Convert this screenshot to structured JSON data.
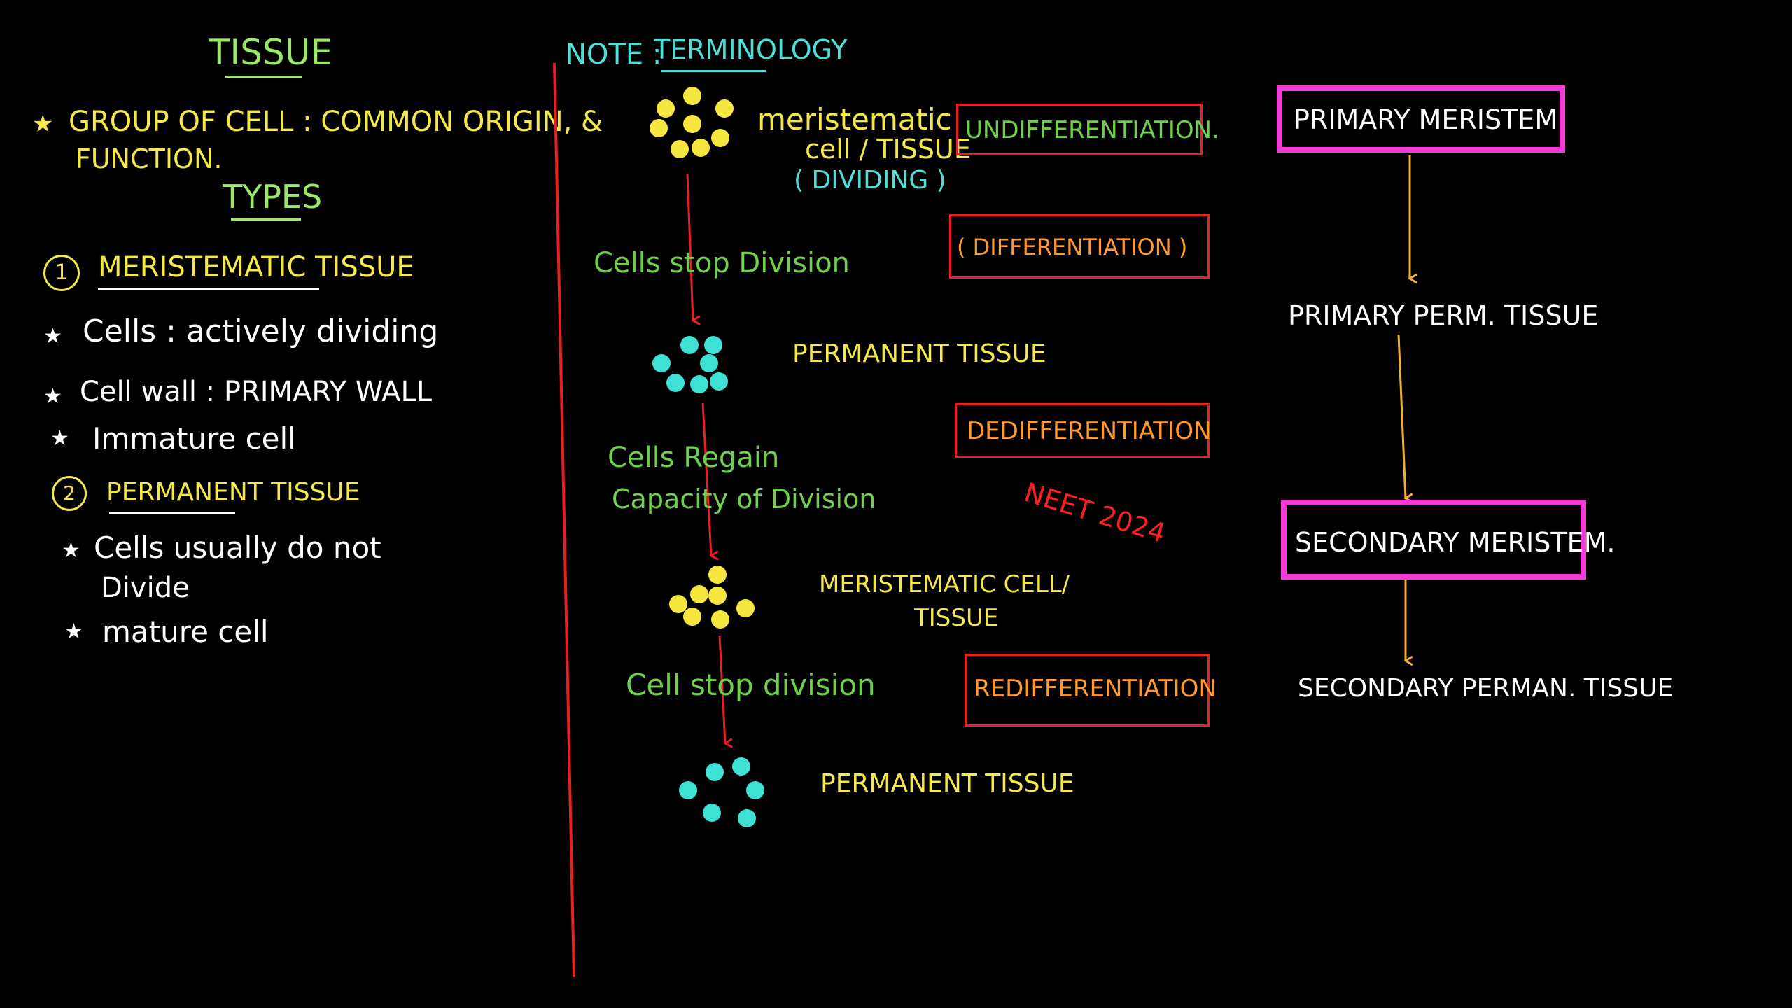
{
  "left": {
    "title": "TISSUE",
    "definition_line1": "GROUP OF CELL : COMMON ORIGIN, &",
    "definition_line2": "FUNCTION.",
    "types_heading": "TYPES",
    "type1": {
      "number": "1",
      "label": "MERISTEMATIC TISSUE",
      "points": [
        "Cells : actively dividing",
        "Cell wall : PRIMARY WALL",
        "Immature cell"
      ]
    },
    "type2": {
      "number": "2",
      "label": "PERMANENT TISSUE",
      "point1_line1": "Cells usually do not",
      "point1_line2": "Divide",
      "point2": "mature cell"
    },
    "bullet": "★"
  },
  "middle": {
    "note_label": "NOTE :",
    "note_title": "TERMINOLOGY",
    "meristematic_line1": "meristematic",
    "meristematic_line2": "cell / TISSUE",
    "dividing": "( DIVIDING )",
    "stop_division_1": "Cells stop Division",
    "permanent_tissue_1": "PERMANENT TISSUE",
    "regain_line1": "Cells Regain",
    "regain_line2": "Capacity of Division",
    "meristematic_2_line1": "MERISTEMATIC CELL/",
    "meristematic_2_line2": "TISSUE",
    "stop_division_2": "Cell stop division",
    "permanent_tissue_2": "PERMANENT TISSUE",
    "box_undifferentiation": "UNDIFFERENTIATION.",
    "box_differentiation": "( DIFFERENTIATION )",
    "box_dedifferentiation": "DEDIFFERENTIATION",
    "neet": "NEET 2024",
    "box_redifferentiation": "REDIFFERENTIATION"
  },
  "right": {
    "primary_meristem": "PRIMARY MERISTEM",
    "primary_perm": "PRIMARY PERM. TISSUE",
    "secondary_meristem": "SECONDARY MERISTEM.",
    "secondary_perm": "SECONDARY PERMAN. TISSUE"
  },
  "colors": {
    "background": "#000000",
    "yellow": "#f5e94a",
    "green": "#6fd14b",
    "cyan": "#4fe0d8",
    "orange": "#ff9b2e",
    "red": "#e82020",
    "magenta": "#f23ad6",
    "arrow_orange": "#f2b030"
  }
}
